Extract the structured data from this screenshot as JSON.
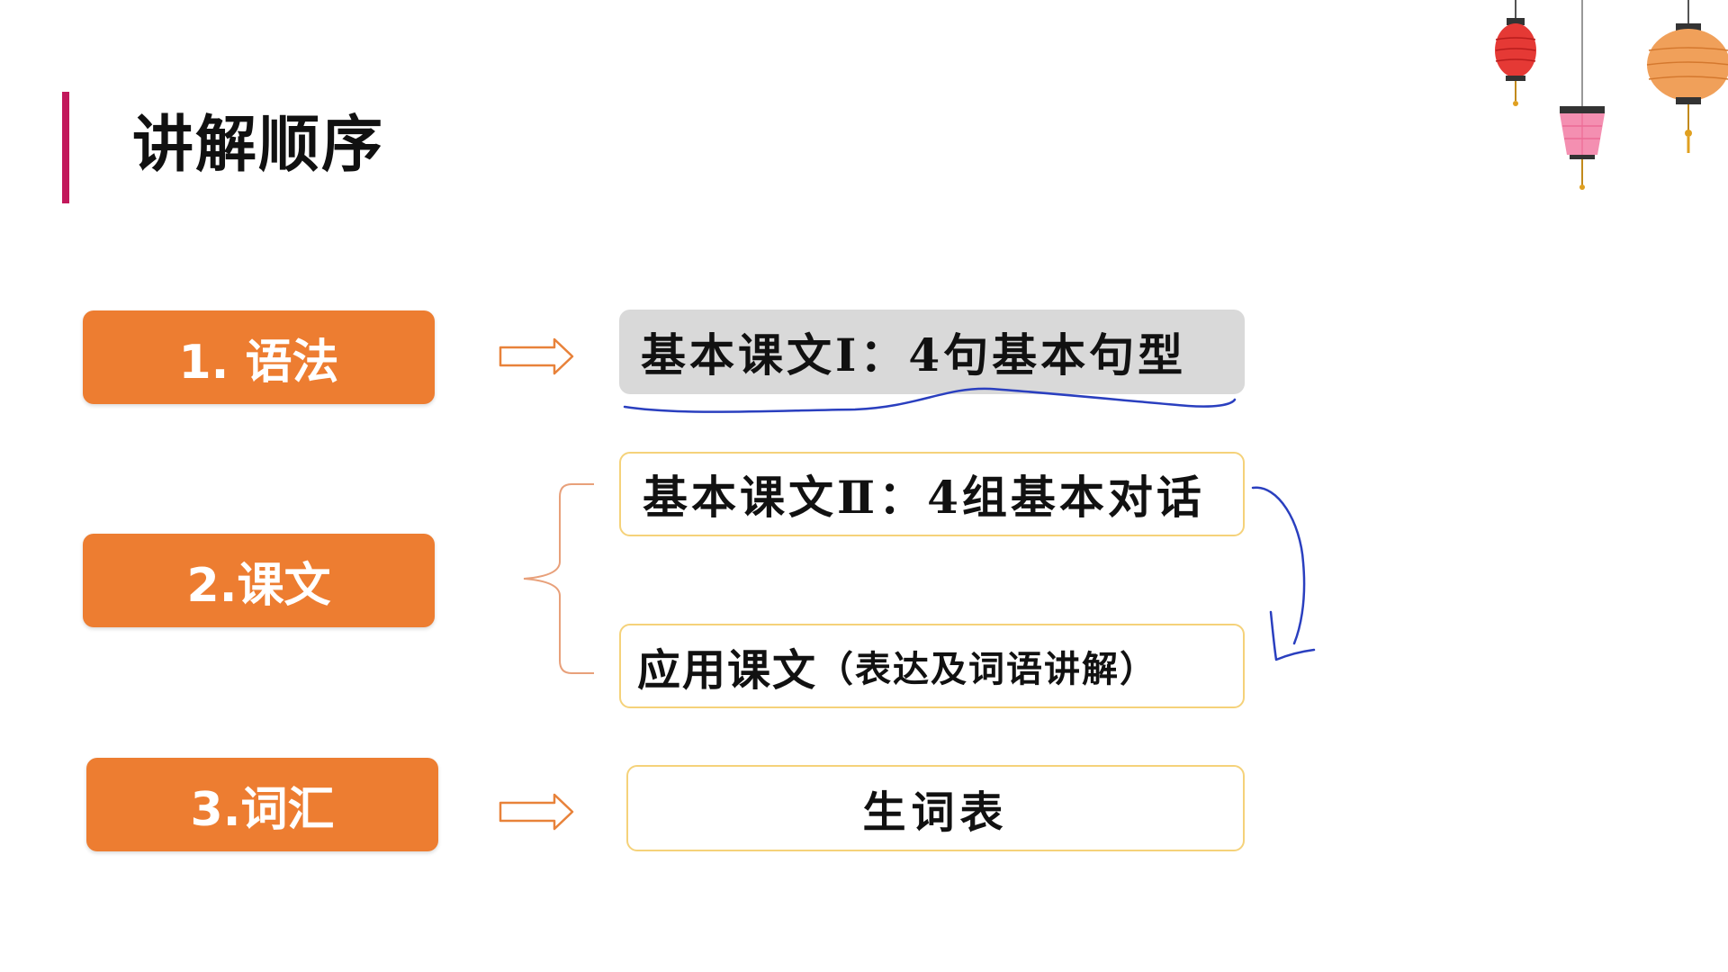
{
  "slide": {
    "title": "讲解顺序"
  },
  "sections": [
    {
      "label": "1. 语法"
    },
    {
      "label": "2.课文"
    },
    {
      "label": "3.词汇"
    }
  ],
  "content": {
    "basic_text_1": "基本课文Ⅰ：4句基本句型",
    "basic_text_2": "基本课文Ⅱ：4组基本对话",
    "applied_text_main": "应用课文",
    "applied_text_note": "（表达及词语讲解）",
    "vocab_list": "生词表"
  },
  "colors": {
    "accent_bar": "#c2185b",
    "section_button": "#ed7d31",
    "highlight_box": "#d9d9d9",
    "box_border": "#f5d27a",
    "annotation_ink": "#2a3fbf",
    "arrow_outline": "#e8823a"
  },
  "icons": {
    "arrow": "right-arrow-outline-icon",
    "brace": "left-curly-brace",
    "lanterns": "hanging-lanterns-decoration"
  }
}
